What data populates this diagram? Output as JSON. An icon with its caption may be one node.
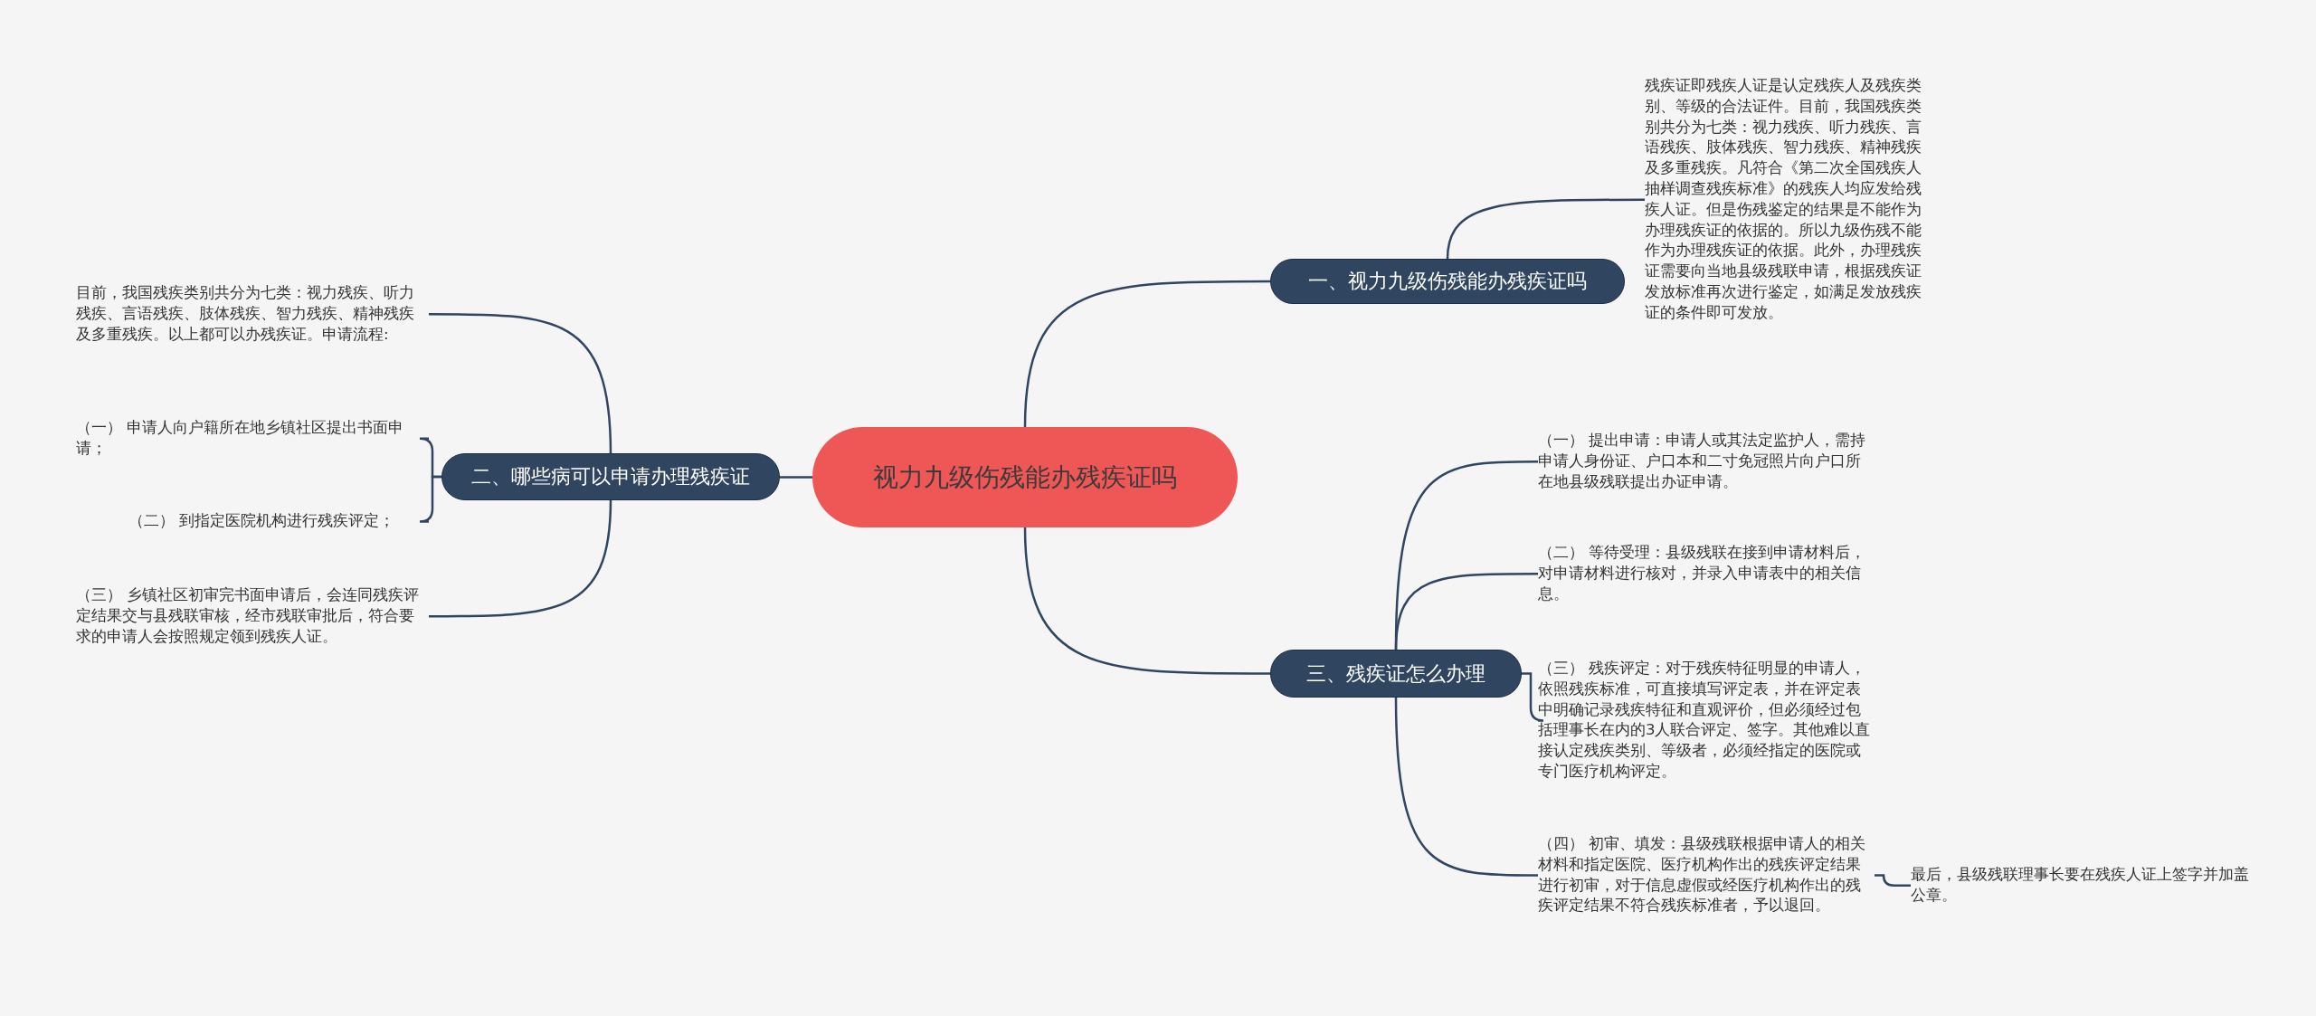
{
  "diagram": {
    "nodes": [
      {
        "text": [
          "视力九级伤残能办残疾证吗"
        ]
      },
      {
        "text": [
          "一、视力九级伤残能办残疾证吗"
        ]
      },
      {
        "text": [
          "残疾证即残疾人证是认定残疾人及残疾类别、等级的合法证件。目前，我国残疾类别共分为七类：视力残疾、听力残疾、言语残疾、肢体残疾、智力残疾、精神残疾及多重残疾。凡符合《第二次全国残疾人抽样调查残疾标准》的残疾人均应发给残疾人证。但是伤残鉴定的结果是不能作为办理残疾证的依据的。所以九级伤残不能作为办理残疾证的依据。此外，办理残疾证需要向当地县级残联申请，根据残疾证发放标准再次进行鉴定，如满足发放残疾证的条件即可发放。"
        ]
      },
      {
        "text": [
          "二、哪些病可以申请办理残疾证"
        ]
      },
      {
        "text": [
          "目前，我国残疾类别共分为七类：视力残疾、听力残疾、言语残疾、肢体残疾、智力残疾、精神残疾及多重残疾。以上都可以办残疾证。申请流程:"
        ]
      },
      {
        "text": [
          "（一） 申请人向户籍所在地乡镇社区提出书面申请；"
        ]
      },
      {
        "text": [
          "（二） 到指定医院机构进行残疾评定；"
        ]
      },
      {
        "text": [
          "（三） 乡镇社区初审完书面申请后，会连同残疾评定结果交与县残联审核，经市残联审批后，符合要求的申请人会按照规定领到残疾人证。"
        ]
      },
      {
        "text": [
          "三、残疾证怎么办理"
        ]
      },
      {
        "text": [
          "（一） 提出申请：申请人或其法定监护人，需持申请人身份证、户口本和二寸免冠照片向户口所在地县级残联提出办证申请。"
        ]
      },
      {
        "text": [
          "（二） 等待受理：县级残联在接到申请材料后，对申请材料进行核对，并录入申请表中的相关信息。"
        ]
      },
      {
        "text": [
          "（三） 残疾评定：对于残疾特征明显的申请人，依照残疾标准，可直接填写评定表，并在评定表中明确记录残疾特征和直观评价，但必须经过包括理事长在内的3人联合评定、签字。其他难以直接认定残疾类别、等级者，必须经指定的医院或专门医疗机构评定。"
        ]
      },
      {
        "text": [
          "（四） 初审、填发：县级残联根据申请人的相关材料和指定医院、医疗机构作出的残疾评定结果进行初审，对于信息虚假或经医疗机构作出的残疾评定结果不符合残疾标准者，予以退回。"
        ]
      },
      {
        "text": [
          "最后，县级残联理事长要在残疾人证上签字并加盖公章。"
        ]
      }
    ],
    "edges": [
      {
        "from": 0,
        "to": 1,
        "arrow": "none"
      },
      {
        "from": 1,
        "to": 2,
        "arrow": "none"
      },
      {
        "from": 0,
        "to": 3,
        "arrow": "none"
      },
      {
        "from": 3,
        "to": 4,
        "arrow": "none"
      },
      {
        "from": 3,
        "to": 5,
        "arrow": "none"
      },
      {
        "from": 3,
        "to": 6,
        "arrow": "none"
      },
      {
        "from": 3,
        "to": 7,
        "arrow": "none"
      },
      {
        "from": 0,
        "to": 8,
        "arrow": "none"
      },
      {
        "from": 8,
        "to": 9,
        "arrow": "none"
      },
      {
        "from": 8,
        "to": 10,
        "arrow": "none"
      },
      {
        "from": 8,
        "to": 11,
        "arrow": "none"
      },
      {
        "from": 8,
        "to": 12,
        "arrow": "none"
      },
      {
        "from": 12,
        "to": 13,
        "arrow": "none"
      }
    ]
  }
}
